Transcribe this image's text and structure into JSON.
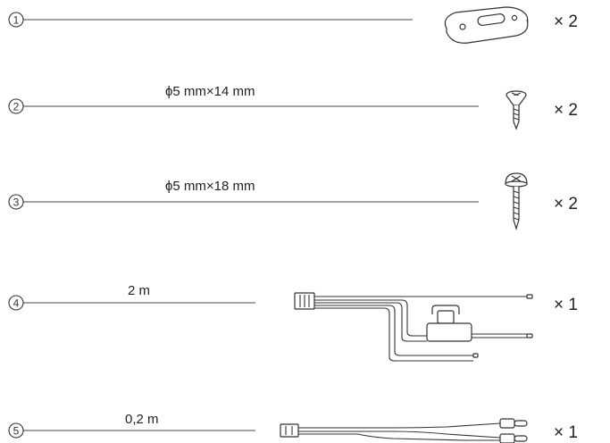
{
  "items": [
    {
      "number": "1",
      "dimension": "",
      "quantity": "× 2",
      "part_icon": "bracket-plate-icon"
    },
    {
      "number": "2",
      "dimension": "ϕ5 mm×14 mm",
      "quantity": "× 2",
      "part_icon": "flat-head-screw-icon"
    },
    {
      "number": "3",
      "dimension": "ϕ5 mm×18 mm",
      "quantity": "× 2",
      "part_icon": "pan-head-screw-icon"
    },
    {
      "number": "4",
      "dimension": "2 m",
      "quantity": "× 1",
      "part_icon": "power-cable-with-fuse-icon"
    },
    {
      "number": "5",
      "dimension": "0,2 m",
      "quantity": "× 1",
      "part_icon": "rca-adapter-cable-icon"
    }
  ]
}
